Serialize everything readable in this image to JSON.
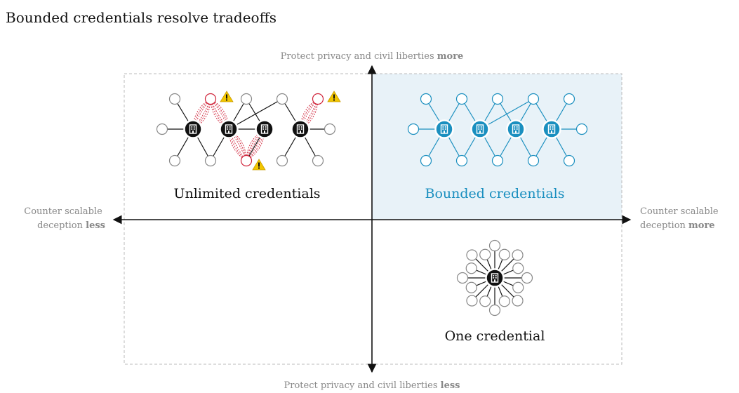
{
  "title": "Bounded credentials resolve tradeoffs",
  "axes": {
    "top": {
      "text": "Protect privacy and civil liberties ",
      "emphasis": "more"
    },
    "bottom": {
      "text": "Protect privacy and civil liberties ",
      "emphasis": "less"
    },
    "left": {
      "line1": "Counter scalable",
      "line2": "deception ",
      "emphasis": "less"
    },
    "right": {
      "line1": "Counter scalable",
      "line2": "deception ",
      "emphasis": "more"
    }
  },
  "quadrants": {
    "unlimited": {
      "label": "Unlimited credentials"
    },
    "bounded": {
      "label": "Bounded credentials"
    },
    "one": {
      "label": "One credential"
    }
  },
  "colors": {
    "text": "#111111",
    "axis_text": "#888888",
    "bounded_blue": "#1a8fbf",
    "bounded_bg": "#e8f2f8",
    "warning_red": "#d0243a",
    "warning_yellow": "#f2c600",
    "frame_dash": "#bbbbbb"
  },
  "icons": {
    "issuer": "building-icon",
    "warning": "warning-triangle-icon"
  }
}
